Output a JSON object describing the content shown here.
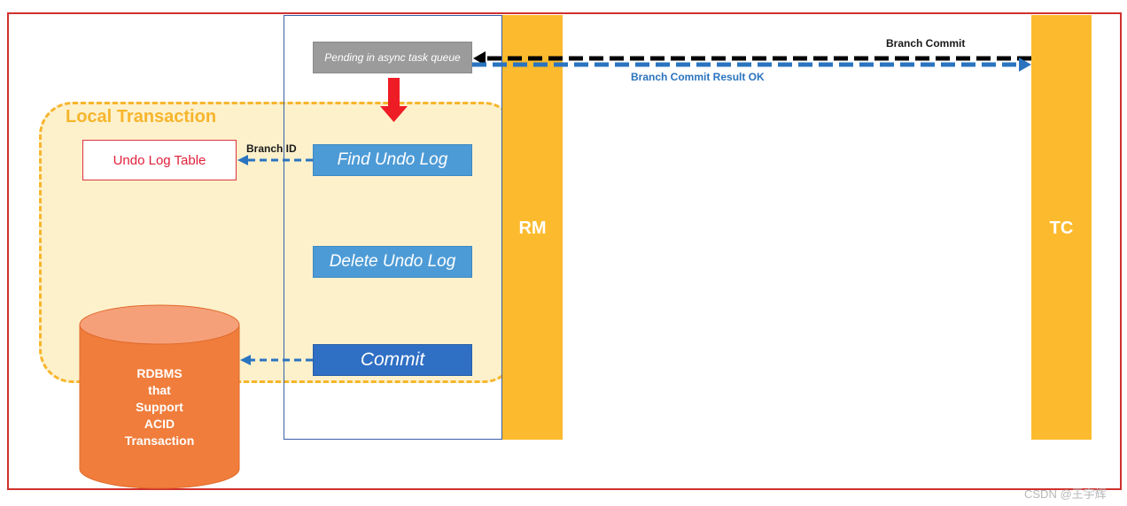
{
  "local_transaction": {
    "label": "Local Transaction"
  },
  "bars": {
    "rm": "RM",
    "tc": "TC"
  },
  "steps": {
    "pending": "Pending in async task queue",
    "find": "Find Undo Log",
    "delete": "Delete Undo Log",
    "commit": "Commit"
  },
  "undo_log_table": "Undo Log Table",
  "arrows": {
    "branch_commit": "Branch Commit",
    "branch_commit_result": "Branch Commit Result OK",
    "branch_id": "Branch ID"
  },
  "database": {
    "lines": [
      "RDBMS",
      "that",
      "Support",
      "ACID",
      "Transaction"
    ]
  },
  "watermark": "CSDN @王宇辉",
  "colors": {
    "frame": "#d0312d",
    "yellow": "#fcbb2e",
    "local_tx_fill": "#fdf1cc",
    "blue_step": "#4d9bd6",
    "commit_step": "#2f6fc4",
    "db_orange": "#f07d3b",
    "arrow_blue": "#2a74bf",
    "arrow_red": "#ee1c25"
  }
}
